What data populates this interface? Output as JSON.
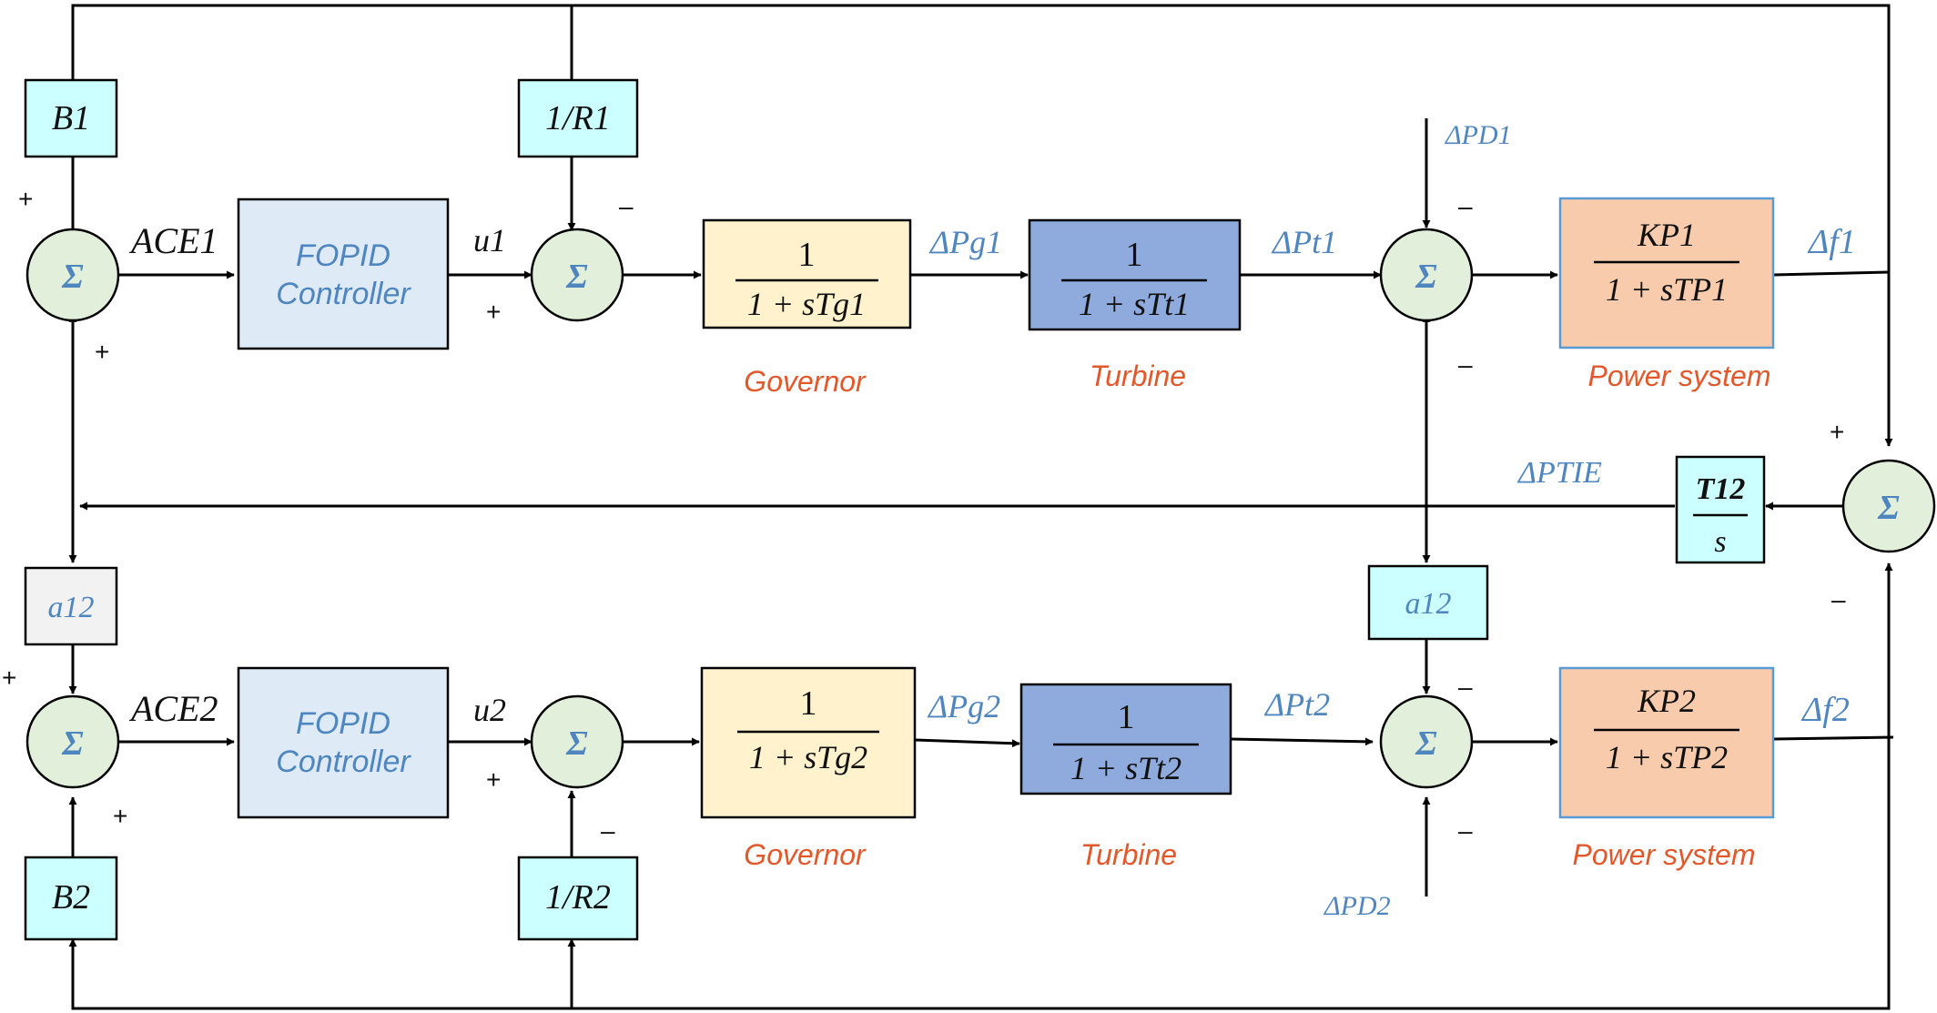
{
  "area1": {
    "bias": "B1",
    "droop": "1/R1",
    "ace": "ACE1",
    "control": "u1",
    "controller": {
      "line1": "FOPID",
      "line2": "Controller"
    },
    "governor_tf": {
      "num": "1",
      "den": "1 + sTg1"
    },
    "governor_label": "Governor",
    "governor_out": "ΔPg1",
    "turbine_tf": {
      "num": "1",
      "den": "1 + sTt1"
    },
    "turbine_label": "Turbine",
    "turbine_out": "ΔPt1",
    "load": "ΔPD1",
    "power_tf": {
      "num": "KP1",
      "den": "1 + sTP1"
    },
    "power_label": "Power system",
    "freq": "Δf1"
  },
  "area2": {
    "bias": "B2",
    "droop": "1/R2",
    "ace": "ACE2",
    "control": "u2",
    "tie_gain": "a12",
    "controller": {
      "line1": "FOPID",
      "line2": "Controller"
    },
    "governor_tf": {
      "num": "1",
      "den": "1 + sTg2"
    },
    "governor_label": "Governor",
    "governor_out": "ΔPg2",
    "turbine_tf": {
      "num": "1",
      "den": "1 + sTt2"
    },
    "turbine_label": "Turbine",
    "turbine_out": "ΔPt2",
    "load": "ΔPD2",
    "power_tf": {
      "num": "KP2",
      "den": "1 + sTP2"
    },
    "power_label": "Power system",
    "freq": "Δf2"
  },
  "tie_line": {
    "label": "ΔPTIE",
    "tf_num": "T12",
    "tf_den": "s",
    "gain": "a12"
  },
  "sum_symbol": "Σ",
  "signs": {
    "plus": "+",
    "minus": "–"
  },
  "colors": {
    "gain_block": "#ccffff",
    "controller_block": "#deebf7",
    "governor_block": "#fff2cc",
    "turbine_block": "#8faadc",
    "power_block": "#f8cbad",
    "summer": "#e2efda",
    "a12_left_block": "#f2f2f2",
    "label_blue": "#4f86c0",
    "label_orange": "#e2582a"
  }
}
